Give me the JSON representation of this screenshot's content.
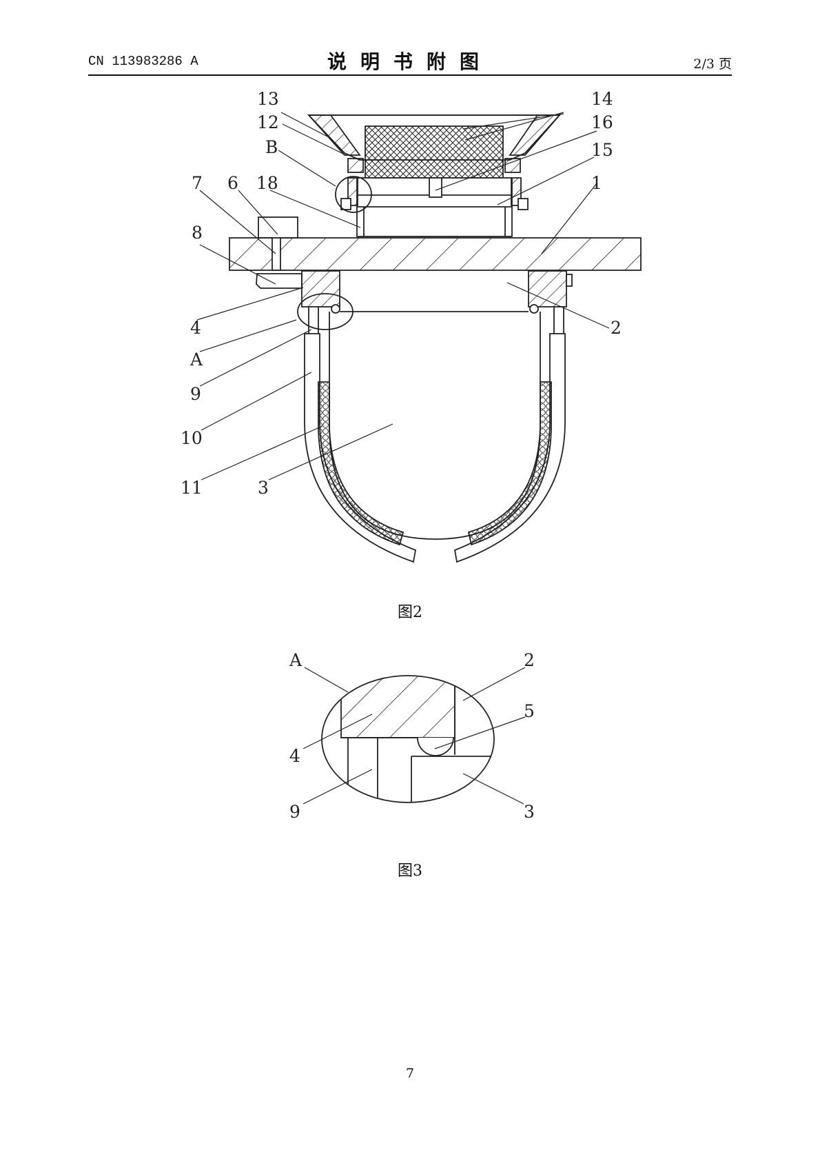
{
  "header": {
    "left": "CN 113983286 A",
    "title": "说明书附图",
    "right": "2/3 页"
  },
  "figure2": {
    "caption": "图2",
    "labels": {
      "l13": "13",
      "l12": "12",
      "lB": "B",
      "l7": "7",
      "l6": "6",
      "l18": "18",
      "l8": "8",
      "l14": "14",
      "l16": "16",
      "l15": "15",
      "l1": "1",
      "l4": "4",
      "lA": "A",
      "l9": "9",
      "l10": "10",
      "l11": "11",
      "l3": "3",
      "l2": "2"
    }
  },
  "figure3": {
    "caption": "图3",
    "labels": {
      "lA": "A",
      "l4": "4",
      "l9": "9",
      "l2": "2",
      "l5": "5",
      "l3": "3"
    }
  },
  "page_number": "7"
}
